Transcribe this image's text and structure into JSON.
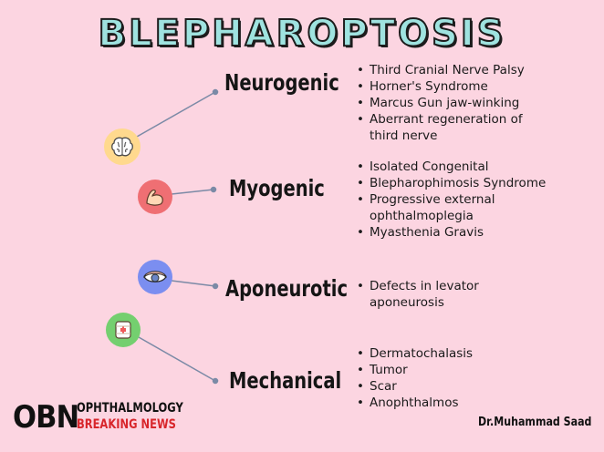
{
  "title": "BLEPHAROPTOSIS",
  "colors": {
    "background": "#fcd5e1",
    "title_fill": "#9fe3e0",
    "connector": "#7b8aa6",
    "brain_circle": "#ffd98e",
    "muscle_circle": "#ef6f73",
    "eye_circle": "#7b8ef0",
    "bandage_circle": "#74cf6f",
    "logo_red": "#d8262b"
  },
  "categories": [
    {
      "name": "Neurogenic",
      "icon": "brain-icon",
      "items": [
        "Third Cranial Nerve Palsy",
        "Horner's Syndrome",
        "Marcus Gun jaw-winking",
        "Aberrant regeneration of third nerve"
      ]
    },
    {
      "name": "Myogenic",
      "icon": "flexed-arm-muscle-icon",
      "items": [
        "Isolated Congenital",
        "Blepharophimosis Syndrome",
        "Progressive external ophthalmoplegia",
        "Myasthenia Gravis"
      ]
    },
    {
      "name": "Aponeurotic",
      "icon": "drooping-eye-icon",
      "items": [
        "Defects in levator aponeurosis"
      ]
    },
    {
      "name": "Mechanical",
      "icon": "bandage-icon",
      "items": [
        "Dermatochalasis",
        "Tumor",
        "Scar",
        "Anophthalmos"
      ]
    }
  ],
  "logo": {
    "mark": "OBN",
    "line1": "OPHTHALMOLOGY",
    "line2": "BREAKING NEWS"
  },
  "author": "Dr.Muhammad Saad"
}
